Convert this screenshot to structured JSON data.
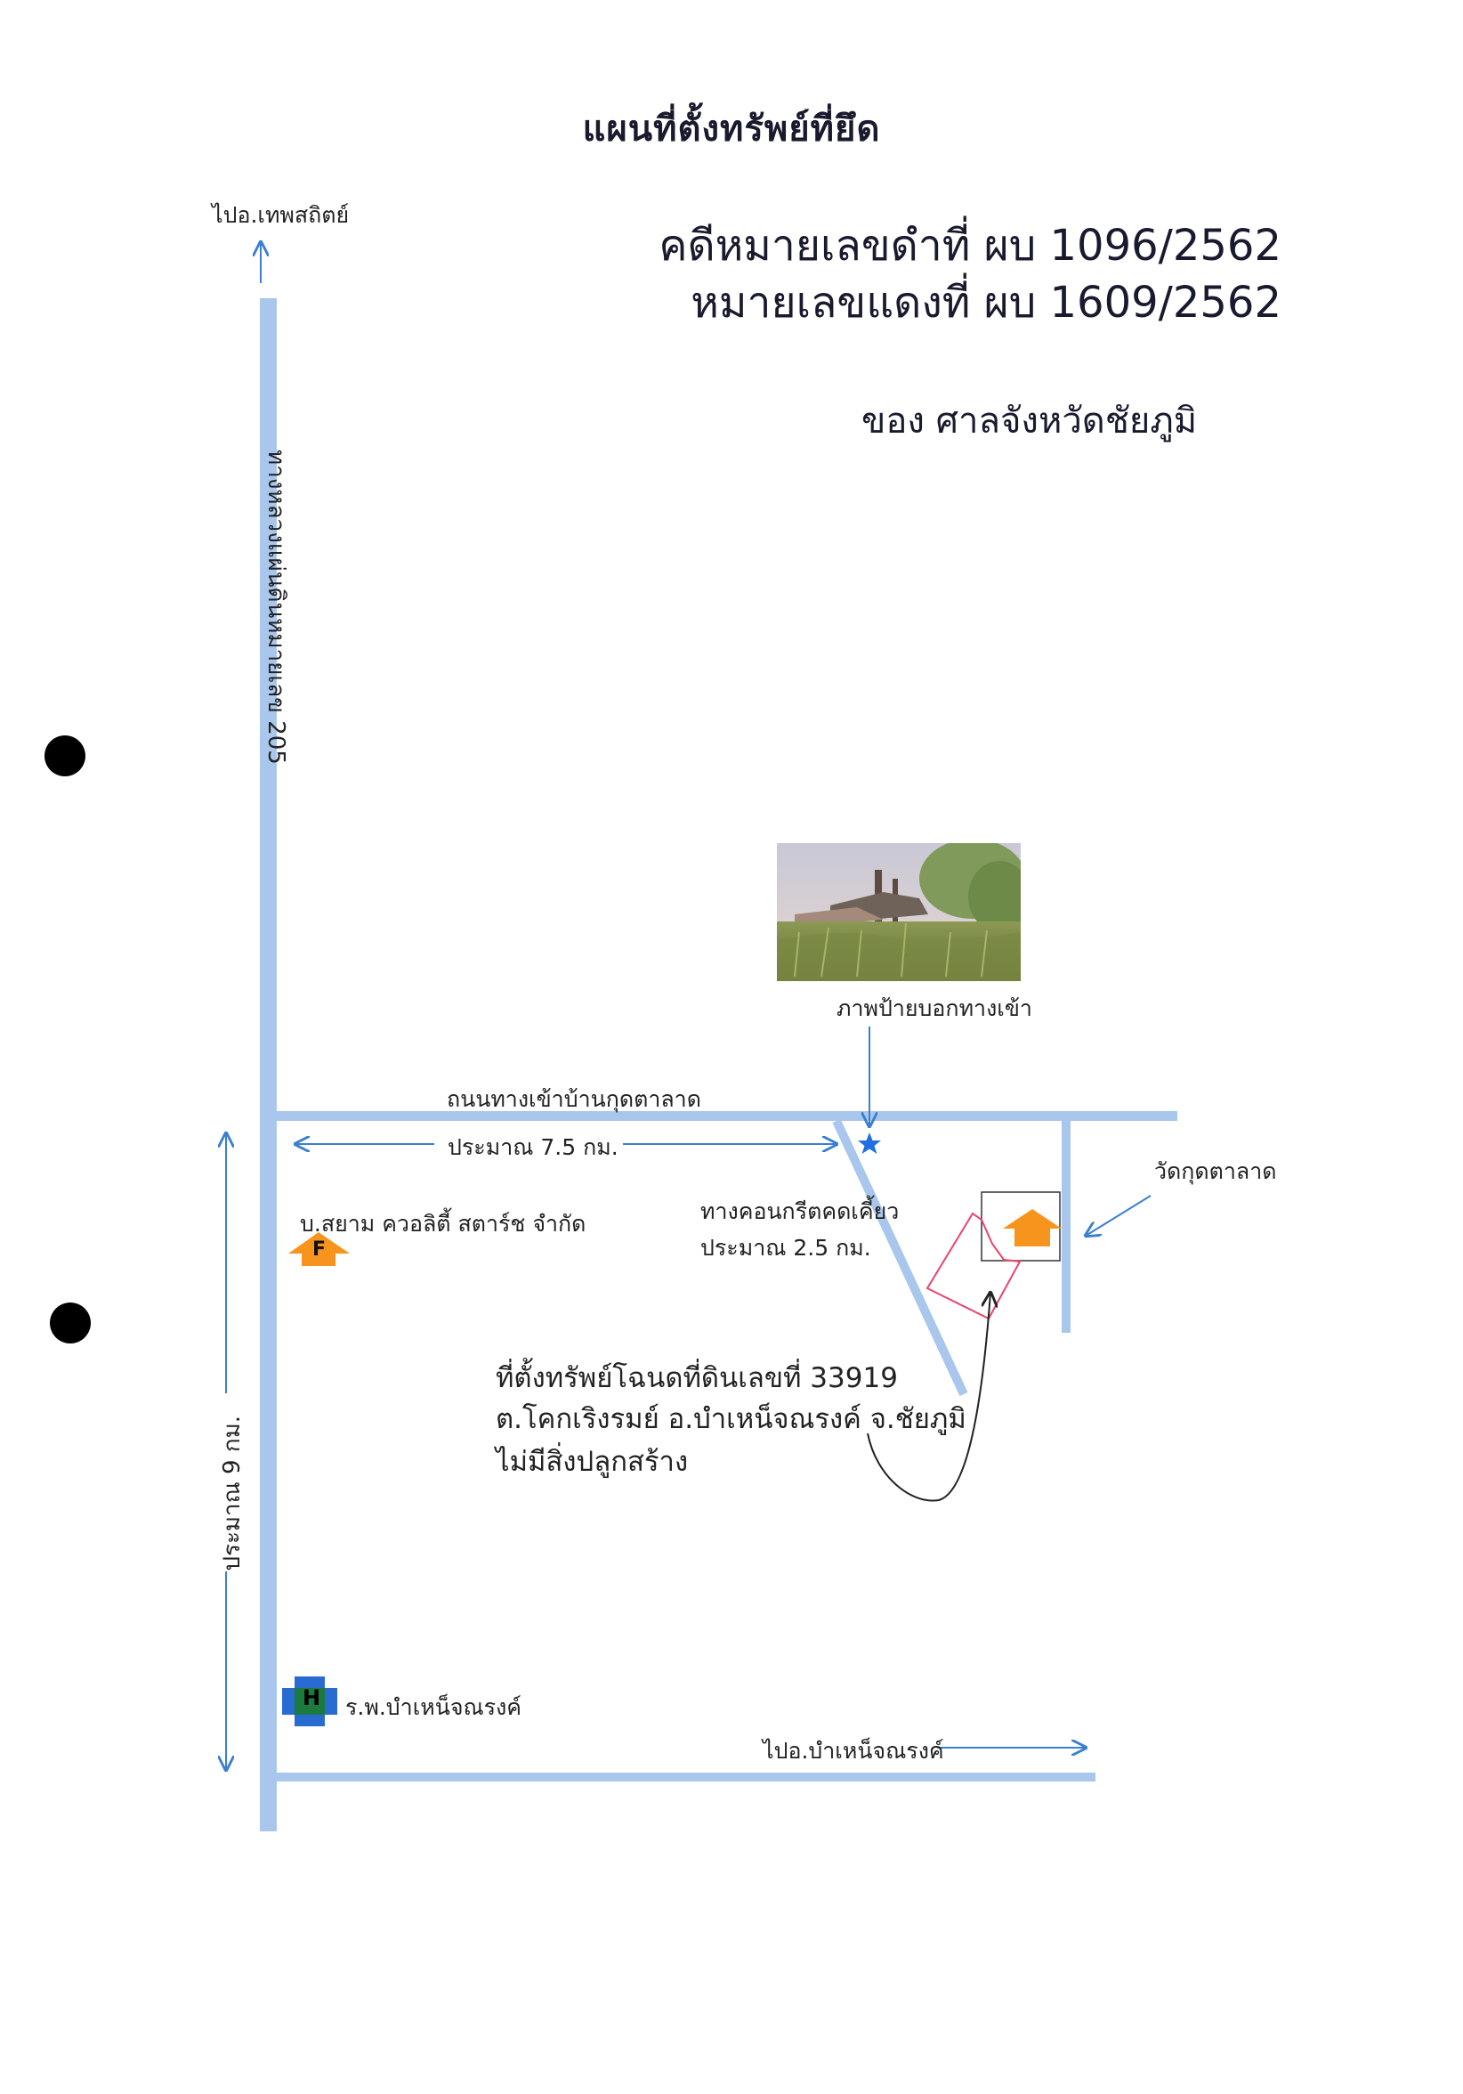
{
  "title": "แผนที่ตั้งทรัพย์ที่ยึด",
  "case": {
    "black_number": "คดีหมายเลขดำที่ ผบ 1096/2562",
    "red_number": "หมายเลขแดงที่ ผบ 1609/2562",
    "court": "ของ ศาลจังหวัดชัยภูมิ"
  },
  "map": {
    "to_north": "ไปอ.เทพสถิตย์",
    "highway": "ทางหลวงแผ่นดินหมายเลข 205",
    "photo_caption": "ภาพป้ายบอกทางเข้า",
    "village_road": "ถนนทางเข้าบ้านกุดตาลาด",
    "distance_75": "ประมาณ 7.5 กม.",
    "temple": "วัดกุดตาลาด",
    "company": "บ.สยาม ควอลิตี้ สตาร์ช จำกัด",
    "company_icon_letter": "F",
    "concrete_road": "ทางคอนกรีตคดเคี้ยว",
    "distance_25": "ประมาณ 2.5 กม.",
    "property_line1": "ที่ตั้งทรัพย์โฉนดที่ดินเลขที่ 33919",
    "property_line2": "ต.โคกเริงรมย์ อ.บำเหน็จณรงค์ จ.ชัยภูมิ",
    "property_line3": "ไม่มีสิ่งปลูกสร้าง",
    "distance_9": "ประมาณ 9 กม.",
    "hospital_icon_letter": "H",
    "hospital": "ร.พ.บำเหน็จณรงค์",
    "to_east": "ไปอ.บำเหน็จณรงค์"
  },
  "colors": {
    "road": "#a9c6ec",
    "arrow": "#3a7fd0",
    "marker_orange": "#f7941d",
    "parcel_outline": "#e8456b",
    "hospital_green": "#1d7a3e",
    "hospital_blue": "#2a6bd1",
    "star": "#1f6fe0"
  }
}
